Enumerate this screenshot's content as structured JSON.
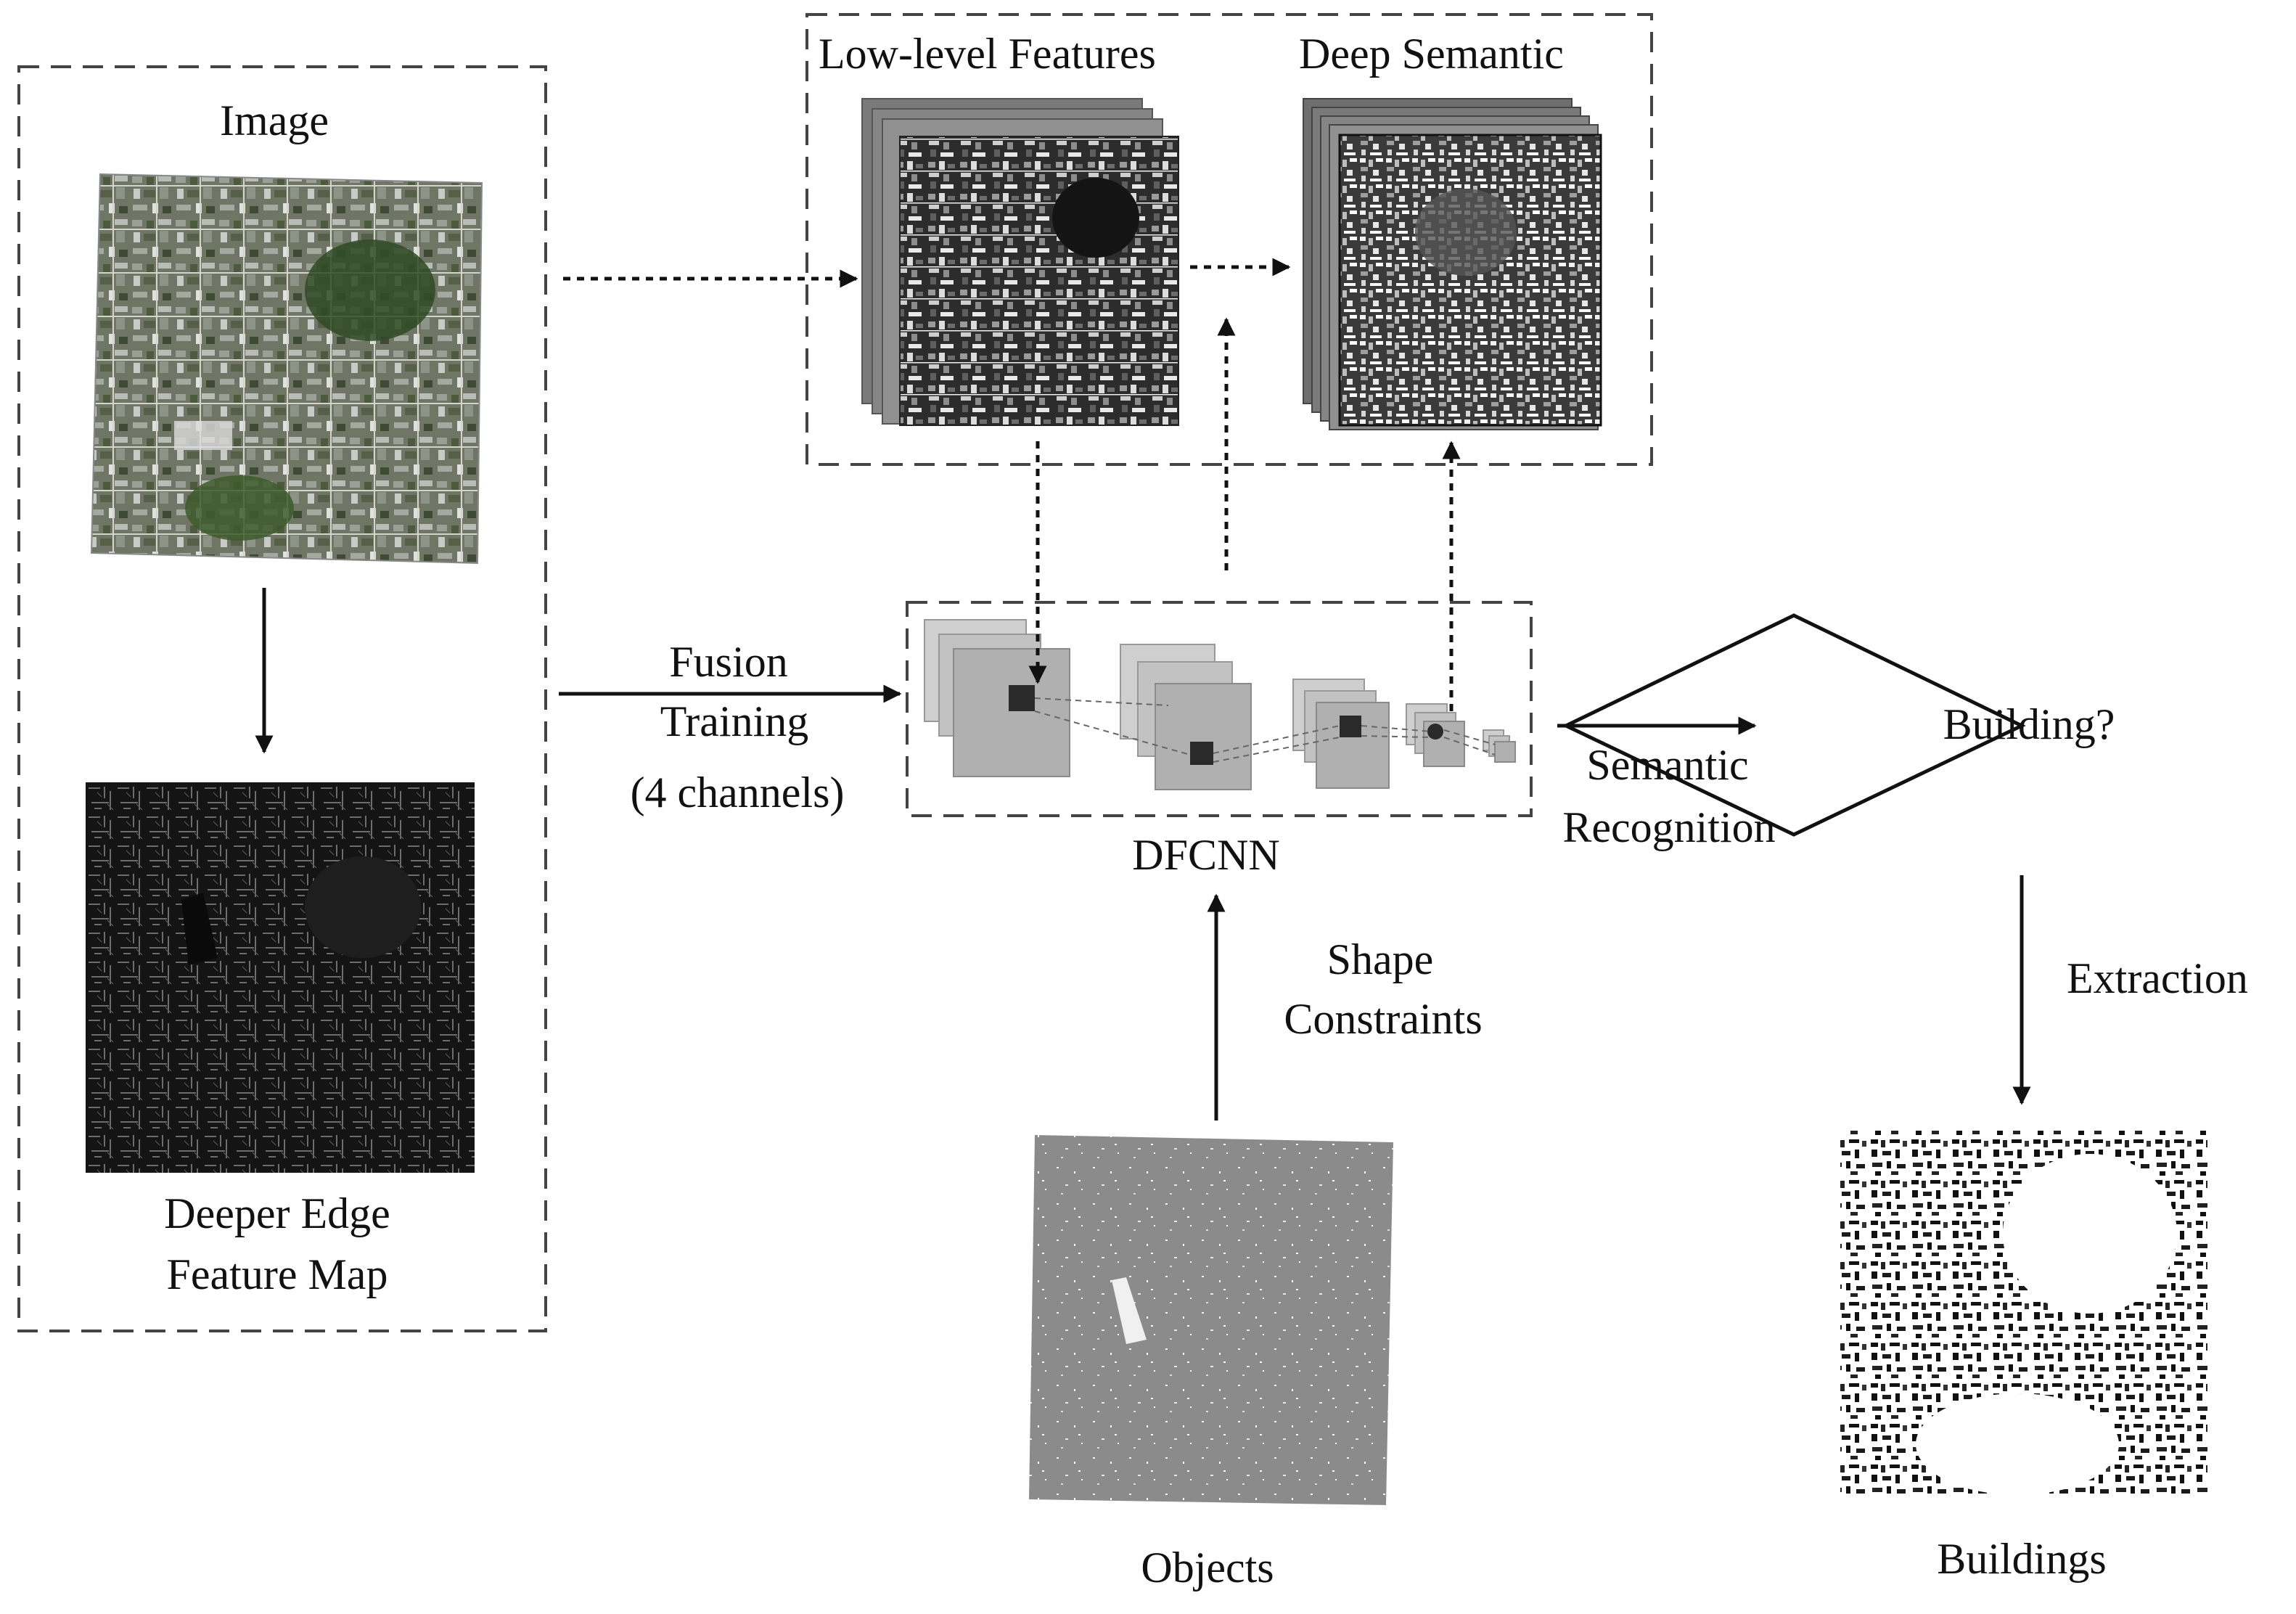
{
  "panels": {
    "image": "Image",
    "low_level": "Low-level Features",
    "deep_semantic": "Deep Semantic"
  },
  "nodes": {
    "edge_map_line1": "Deeper Edge",
    "edge_map_line2": "Feature Map",
    "dfcnn": "DFCNN",
    "decision": "Building?",
    "objects": "Objects",
    "buildings": "Buildings"
  },
  "edges": {
    "fusion_line1": "Fusion",
    "fusion_line2": "Training",
    "fusion_line3": "(4 channels)",
    "semantic_line1": "Semantic",
    "semantic_line2": "Recognition",
    "shape_line1": "Shape",
    "shape_line2": "Constraints",
    "extraction": "Extraction"
  },
  "colors": {
    "line": "#111111",
    "dash": "#444444",
    "layer_light": "#cfcfcf",
    "layer_dark": "#a8a8a8",
    "stack": "#7a7a7a"
  }
}
